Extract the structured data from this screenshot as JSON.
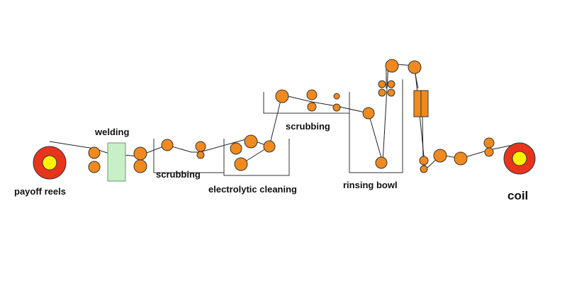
{
  "labels": {
    "payoff_reels": "payoff reels",
    "welding": "welding",
    "scrubbing_1": "scrubbing",
    "electrolytic_cleaning": "electrolytic cleaning",
    "scrubbing_2": "scrubbing",
    "rinsing_bowl": "rinsing bowl",
    "coil": "coil"
  },
  "colors": {
    "roller": "#F08A1E",
    "reel_outer": "#E8341C",
    "reel_inner": "#FFF200",
    "welder": "#C8F0C8",
    "dryer": "#F08A1E",
    "line": "#222222"
  }
}
